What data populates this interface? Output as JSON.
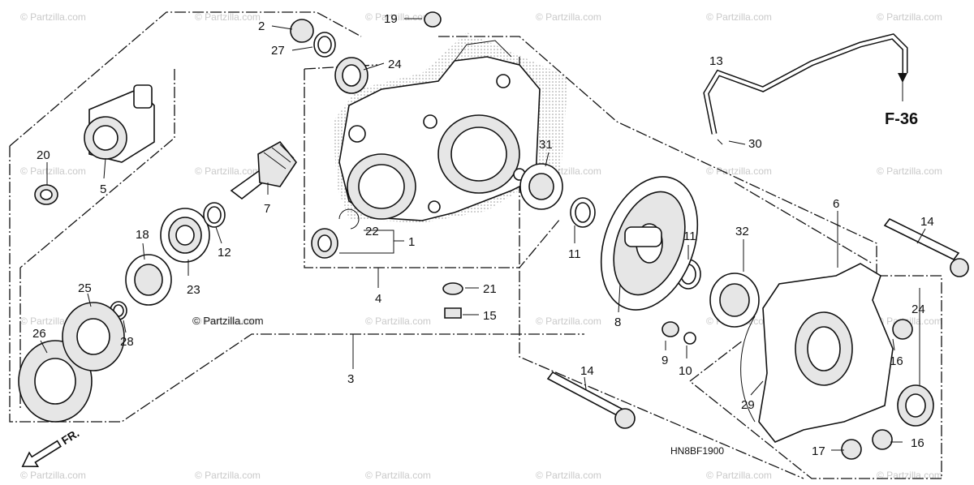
{
  "watermark_text": "© Partzilla.com",
  "copyright_text": "© Partzilla.com",
  "diagram_code": "HN8BF1900",
  "reference": {
    "label": "F-36"
  },
  "direction_label": "FR.",
  "callouts": [
    "1",
    "2",
    "3",
    "4",
    "5",
    "6",
    "7",
    "8",
    "9",
    "10",
    "11",
    "11",
    "12",
    "13",
    "14",
    "14",
    "15",
    "16",
    "16",
    "17",
    "18",
    "19",
    "20",
    "21",
    "22",
    "23",
    "24",
    "24",
    "25",
    "26",
    "27",
    "28",
    "29",
    "30",
    "31",
    "32"
  ]
}
